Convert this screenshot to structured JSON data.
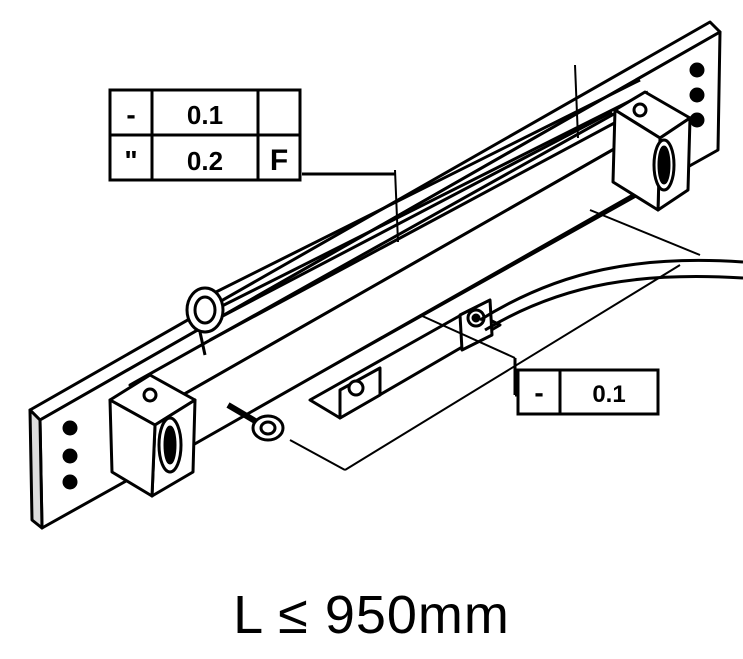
{
  "frame_top": {
    "row1": {
      "symbol": "-",
      "value": "0.1",
      "datum": ""
    },
    "row2": {
      "symbol": "\"",
      "value": "0.2",
      "datum": "F"
    }
  },
  "frame_right": {
    "symbol": "-",
    "value": "0.1"
  },
  "caption": {
    "symbol": "L",
    "relation": "≤",
    "value": "950",
    "unit": "mm"
  },
  "colors": {
    "ink": "#000000",
    "background": "#ffffff"
  }
}
